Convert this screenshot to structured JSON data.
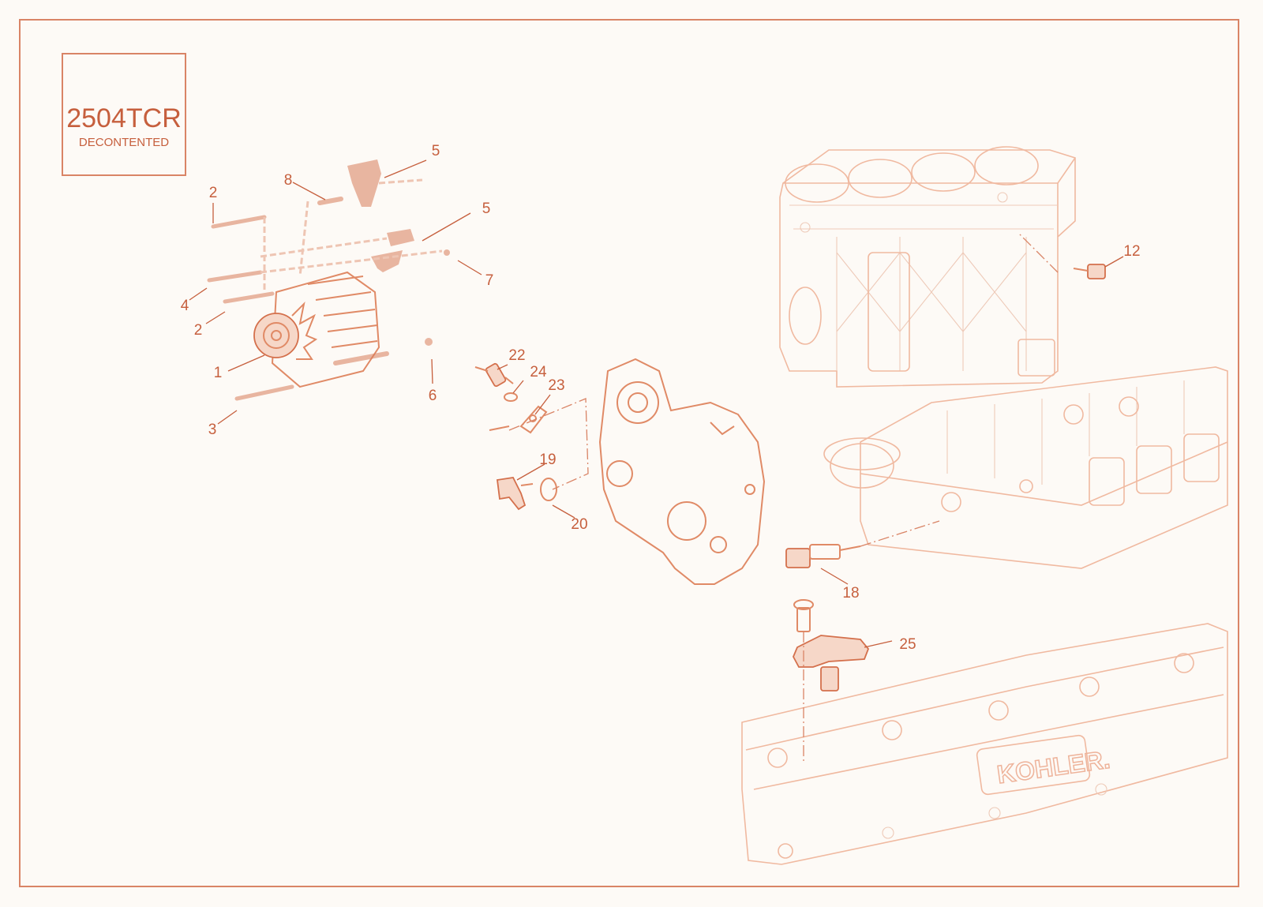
{
  "title_block": {
    "model": "2504TCR",
    "variant": "DECONTENTED"
  },
  "brand": {
    "cover_logo": "KOHLER."
  },
  "colors": {
    "accent": "#c65f3d",
    "frame": "#d98466",
    "background": "#fdfaf6"
  },
  "callouts": {
    "alternator": "1",
    "bolt_upper": "2",
    "bolt_mid": "2",
    "bolt_lower": "3",
    "bolt_long": "4",
    "bracket_upper": "5",
    "bracket_lower": "5",
    "nut": "6",
    "washer": "7",
    "spacer": "8",
    "temp_sender": "12",
    "coolant_temp_sensor": "18",
    "speed_sensor": "19",
    "o_ring_19": "20",
    "crank_sensor": "22",
    "sensor_bracket": "23",
    "o_ring_22": "24",
    "pressure_sensor": "25"
  }
}
